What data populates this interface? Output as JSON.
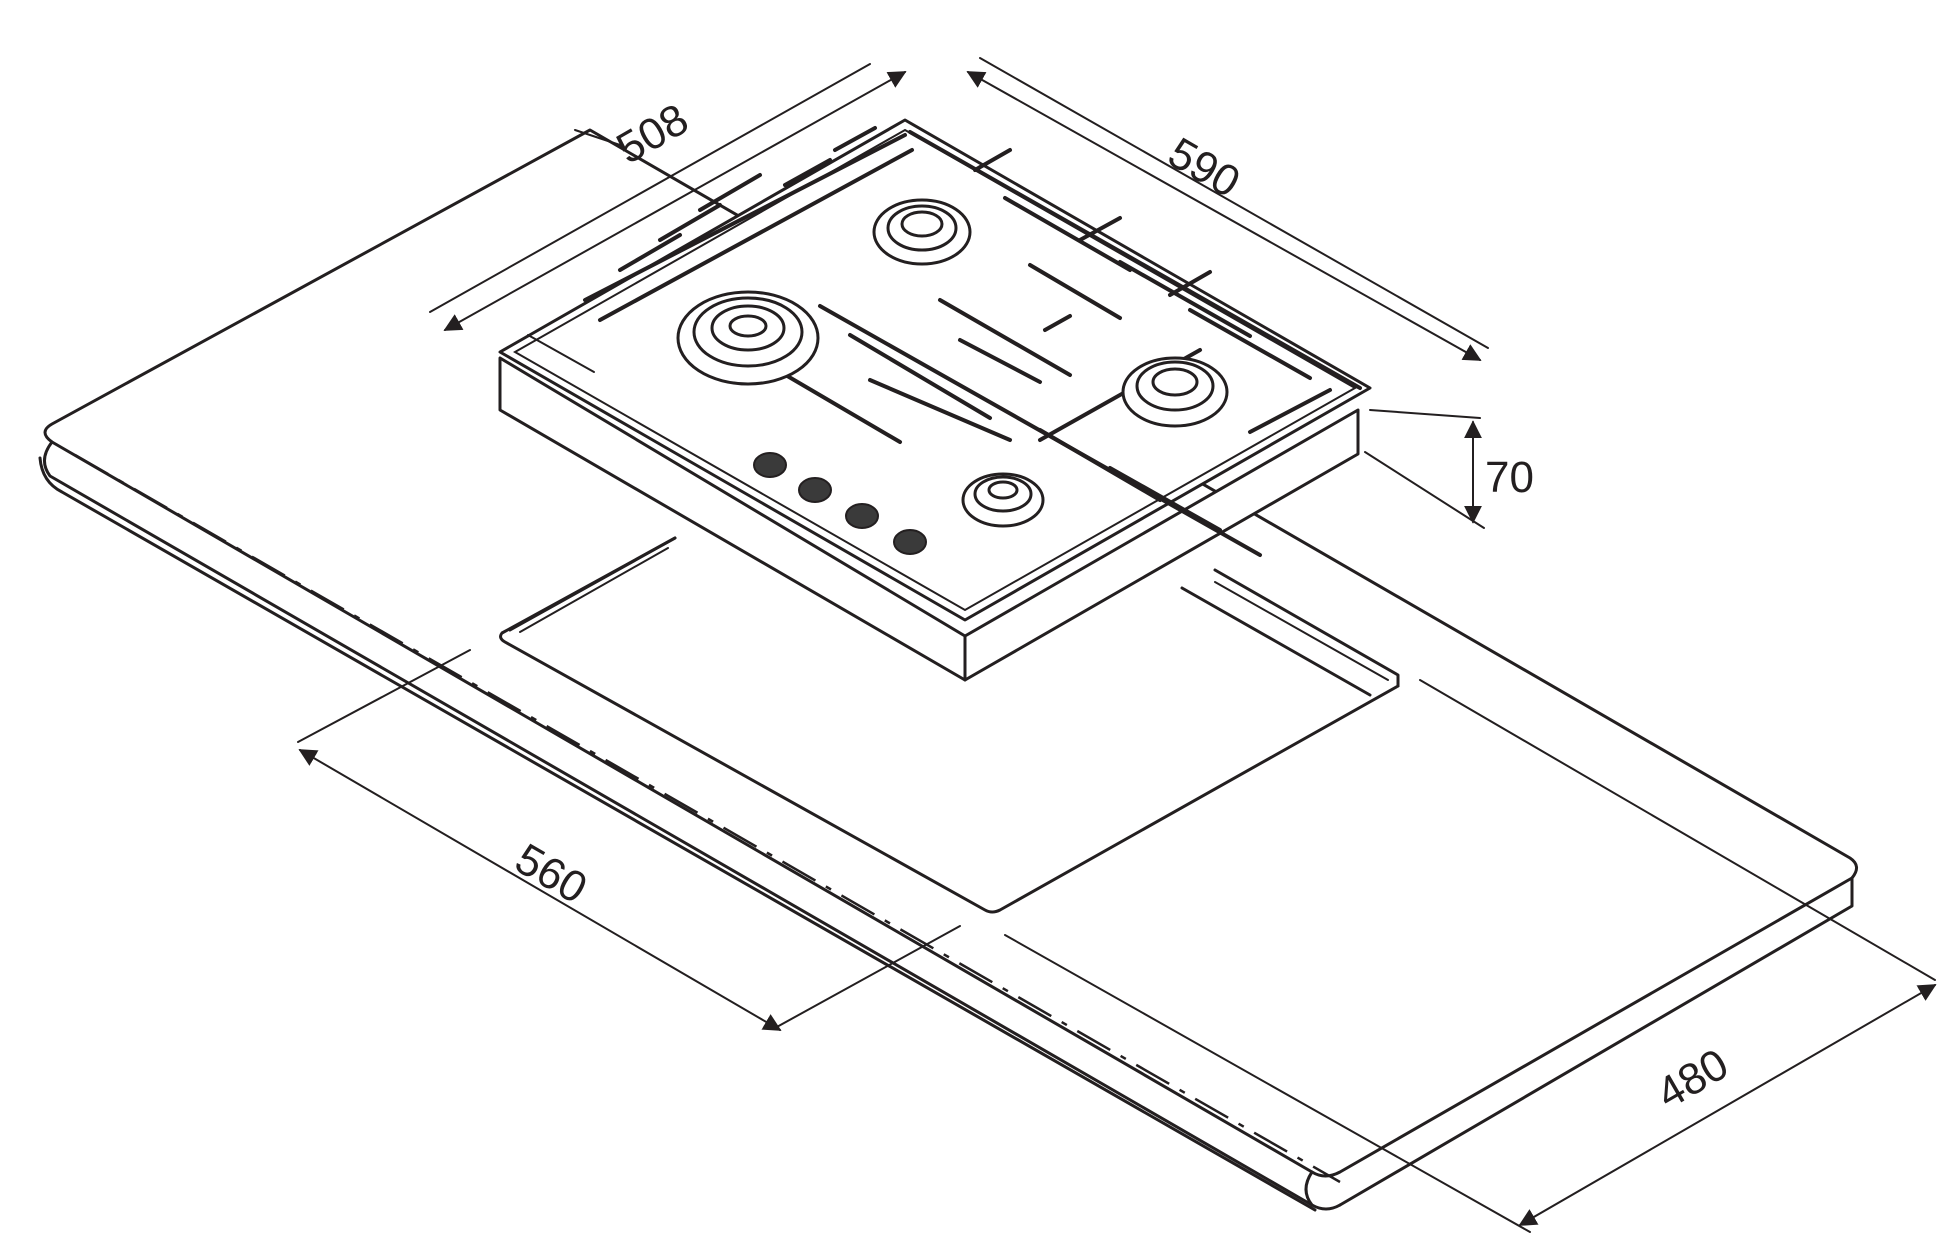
{
  "dimensions": {
    "hob_depth": "508",
    "hob_width": "590",
    "hob_height": "70",
    "cutout_width": "560",
    "cutout_depth": "480"
  },
  "colors": {
    "line": "#231f20",
    "background": "#ffffff",
    "knob": "#3a3a3a"
  }
}
